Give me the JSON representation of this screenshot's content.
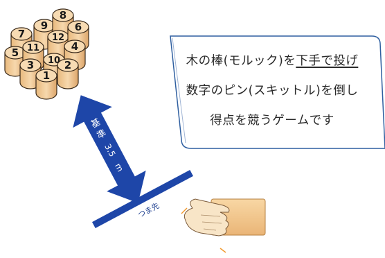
{
  "pins": [
    {
      "label": "7"
    },
    {
      "label": "9"
    },
    {
      "label": "8"
    },
    {
      "label": "5"
    },
    {
      "label": "11"
    },
    {
      "label": "12"
    },
    {
      "label": "6"
    },
    {
      "label": "3"
    },
    {
      "label": "10"
    },
    {
      "label": "4"
    },
    {
      "label": "1"
    },
    {
      "label": "2"
    }
  ],
  "distance": {
    "label_line1": "基",
    "label_line2": "準",
    "value": "3.5",
    "unit": "m"
  },
  "throw_line": {
    "label": "つま先"
  },
  "callout": {
    "line1_prefix": "木の棒(モルック)を",
    "line1_emphasis": "下手で投げ",
    "line2": "数字のピン(スキットル)を倒し",
    "line3": "得点を競うゲームです"
  },
  "colors": {
    "arrow": "#1e46a8",
    "throw_line": "#1e46a8",
    "pin_fill": "#f3d3a6",
    "pin_stroke": "#3a2a1a",
    "callout_border": "#2f5fa0",
    "mollky_stick": "#f3c98e"
  },
  "icons": [
    "mollky-pins",
    "distance-arrow",
    "hand-throwing-icon",
    "mollky-stick"
  ]
}
